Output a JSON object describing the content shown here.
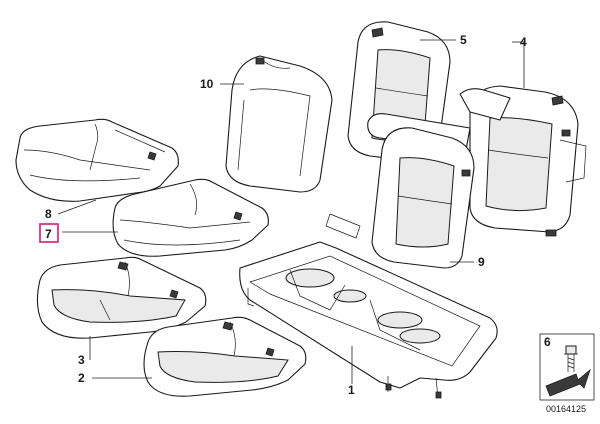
{
  "callouts": {
    "c1": "1",
    "c2": "2",
    "c3": "3",
    "c4": "4",
    "c5": "5",
    "c6": "6",
    "c7": "7",
    "c8": "8",
    "c9": "9",
    "c10": "10"
  },
  "highlighted_callout": "7",
  "highlight_color": "#d81b7a",
  "document_number": "00164125"
}
